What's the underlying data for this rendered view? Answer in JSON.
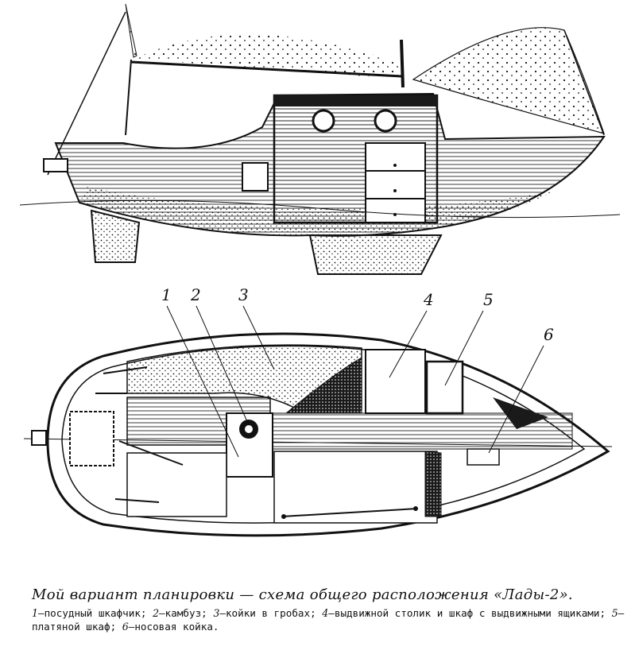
{
  "callouts": [
    "1",
    "2",
    "3",
    "4",
    "5",
    "6"
  ],
  "caption": {
    "title": "Мой вариант планировки — схема общего расположения «Лады-2».",
    "legend": [
      {
        "num": "1",
        "text": "—посудный шкафчик; "
      },
      {
        "num": "2",
        "text": "—камбуз; "
      },
      {
        "num": "3",
        "text": "—койки в гробах; "
      },
      {
        "num": "4",
        "text": "—выдвижной столик и шкаф с выдвижными ящиками; "
      },
      {
        "num": "5",
        "text": "—платяной шкаф; "
      },
      {
        "num": "6",
        "text": "—носовая койка."
      }
    ]
  }
}
